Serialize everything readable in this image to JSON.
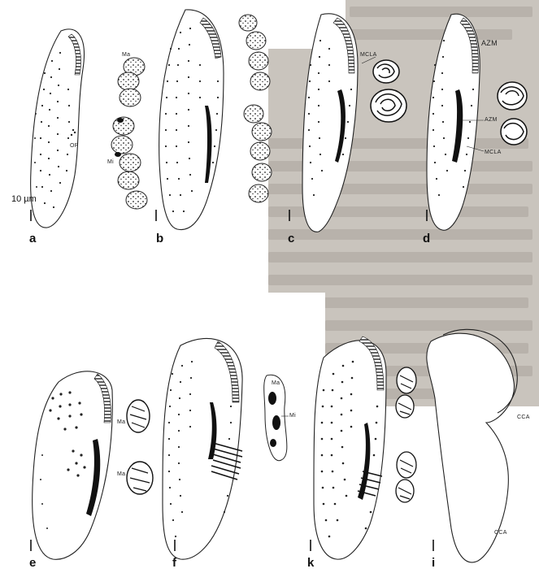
{
  "figure": {
    "scale_bar": "10 µm",
    "panels": [
      {
        "id": "a",
        "label": "a"
      },
      {
        "id": "b",
        "label": "b"
      },
      {
        "id": "c",
        "label": "c"
      },
      {
        "id": "d",
        "label": "d"
      },
      {
        "id": "e",
        "label": "e"
      },
      {
        "id": "f",
        "label": "f"
      },
      {
        "id": "k",
        "label": "k"
      },
      {
        "id": "i",
        "label": "i"
      }
    ],
    "annotations": {
      "ma_a": "Ma",
      "mi_a": "Mi",
      "op_a": "OP",
      "mcla_c": "MCLA",
      "azm_d": "AZM",
      "azm_d2": "AZM",
      "mcla_d": "MCLA",
      "ma_e1": "Ma",
      "ma_e2": "Ma",
      "ma_f": "Ma",
      "mi_f": "Mi",
      "cca_i1": "CCA",
      "cca_i2": "CCA"
    }
  },
  "colors": {
    "paper": "#c9c4bd",
    "plate": "#ffffff",
    "ink": "#1a1a1a"
  }
}
